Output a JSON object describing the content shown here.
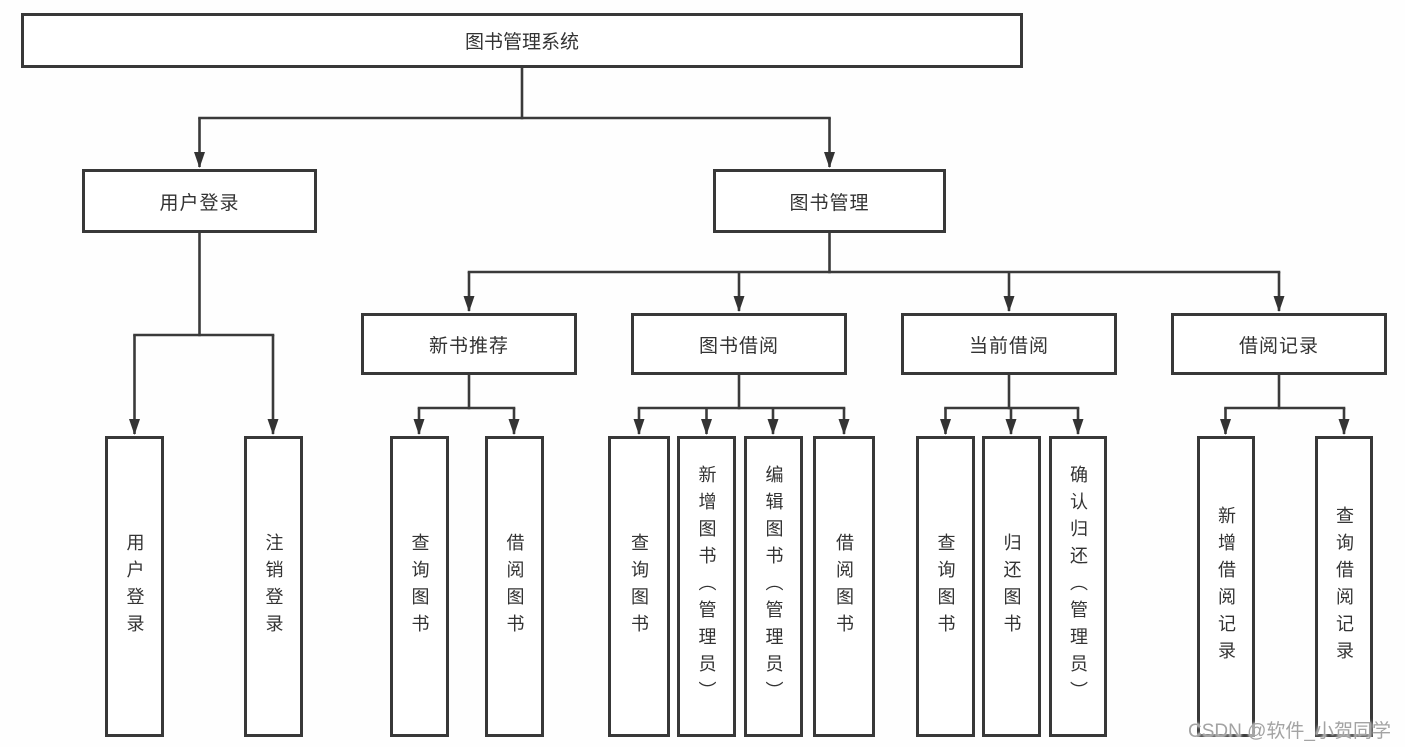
{
  "diagram": {
    "type": "hierarchy-tree",
    "orientation": "top-down",
    "colors": {
      "background": "#fefefe",
      "box_border": "#383838",
      "connector_line": "#3a3a3a",
      "text": "#333333",
      "watermark": "#a3a3a3"
    }
  },
  "tree": {
    "label": "图书管理系统",
    "children": [
      {
        "label": "用户登录",
        "children": [
          {
            "label": "用户登录"
          },
          {
            "label": "注销登录"
          }
        ]
      },
      {
        "label": "图书管理",
        "children": [
          {
            "label": "新书推荐",
            "children": [
              {
                "label": "查询图书"
              },
              {
                "label": "借阅图书"
              }
            ]
          },
          {
            "label": "图书借阅",
            "children": [
              {
                "label": "查询图书"
              },
              {
                "label": "新增图书（管理员）"
              },
              {
                "label": "编辑图书（管理员）"
              },
              {
                "label": "借阅图书"
              }
            ]
          },
          {
            "label": "当前借阅",
            "children": [
              {
                "label": "查询图书"
              },
              {
                "label": "归还图书"
              },
              {
                "label": "确认归还（管理员）"
              }
            ]
          },
          {
            "label": "借阅记录",
            "children": [
              {
                "label": "新增借阅记录"
              },
              {
                "label": "查询借阅记录"
              }
            ]
          }
        ]
      }
    ]
  },
  "watermark": {
    "text": "CSDN @软件_小贺同学"
  }
}
